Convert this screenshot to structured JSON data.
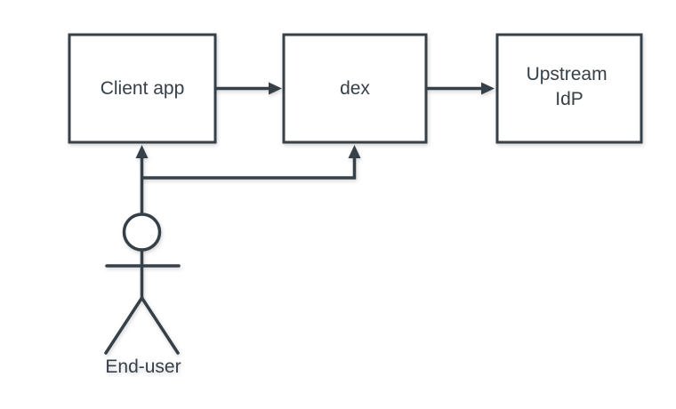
{
  "diagram": {
    "type": "flowchart",
    "nodes": [
      {
        "id": "client-app",
        "label": "Client app",
        "shape": "rectangle"
      },
      {
        "id": "dex",
        "label": "dex",
        "shape": "rectangle"
      },
      {
        "id": "upstream-idp",
        "label": "Upstream IdP",
        "shape": "rectangle",
        "label_lines": [
          "Upstream",
          "IdP"
        ]
      },
      {
        "id": "end-user",
        "label": "End-user",
        "shape": "actor"
      }
    ],
    "edges": [
      {
        "from": "client-app",
        "to": "dex",
        "style": "arrow"
      },
      {
        "from": "dex",
        "to": "upstream-idp",
        "style": "arrow"
      },
      {
        "from": "end-user",
        "to": "client-app",
        "style": "arrow"
      },
      {
        "from": "end-user",
        "to": "dex",
        "style": "arrow"
      }
    ],
    "colors": {
      "stroke": "#364049",
      "node_fill": "#FFFFFF",
      "background": "#FFFFFF",
      "text": "#364049"
    }
  }
}
